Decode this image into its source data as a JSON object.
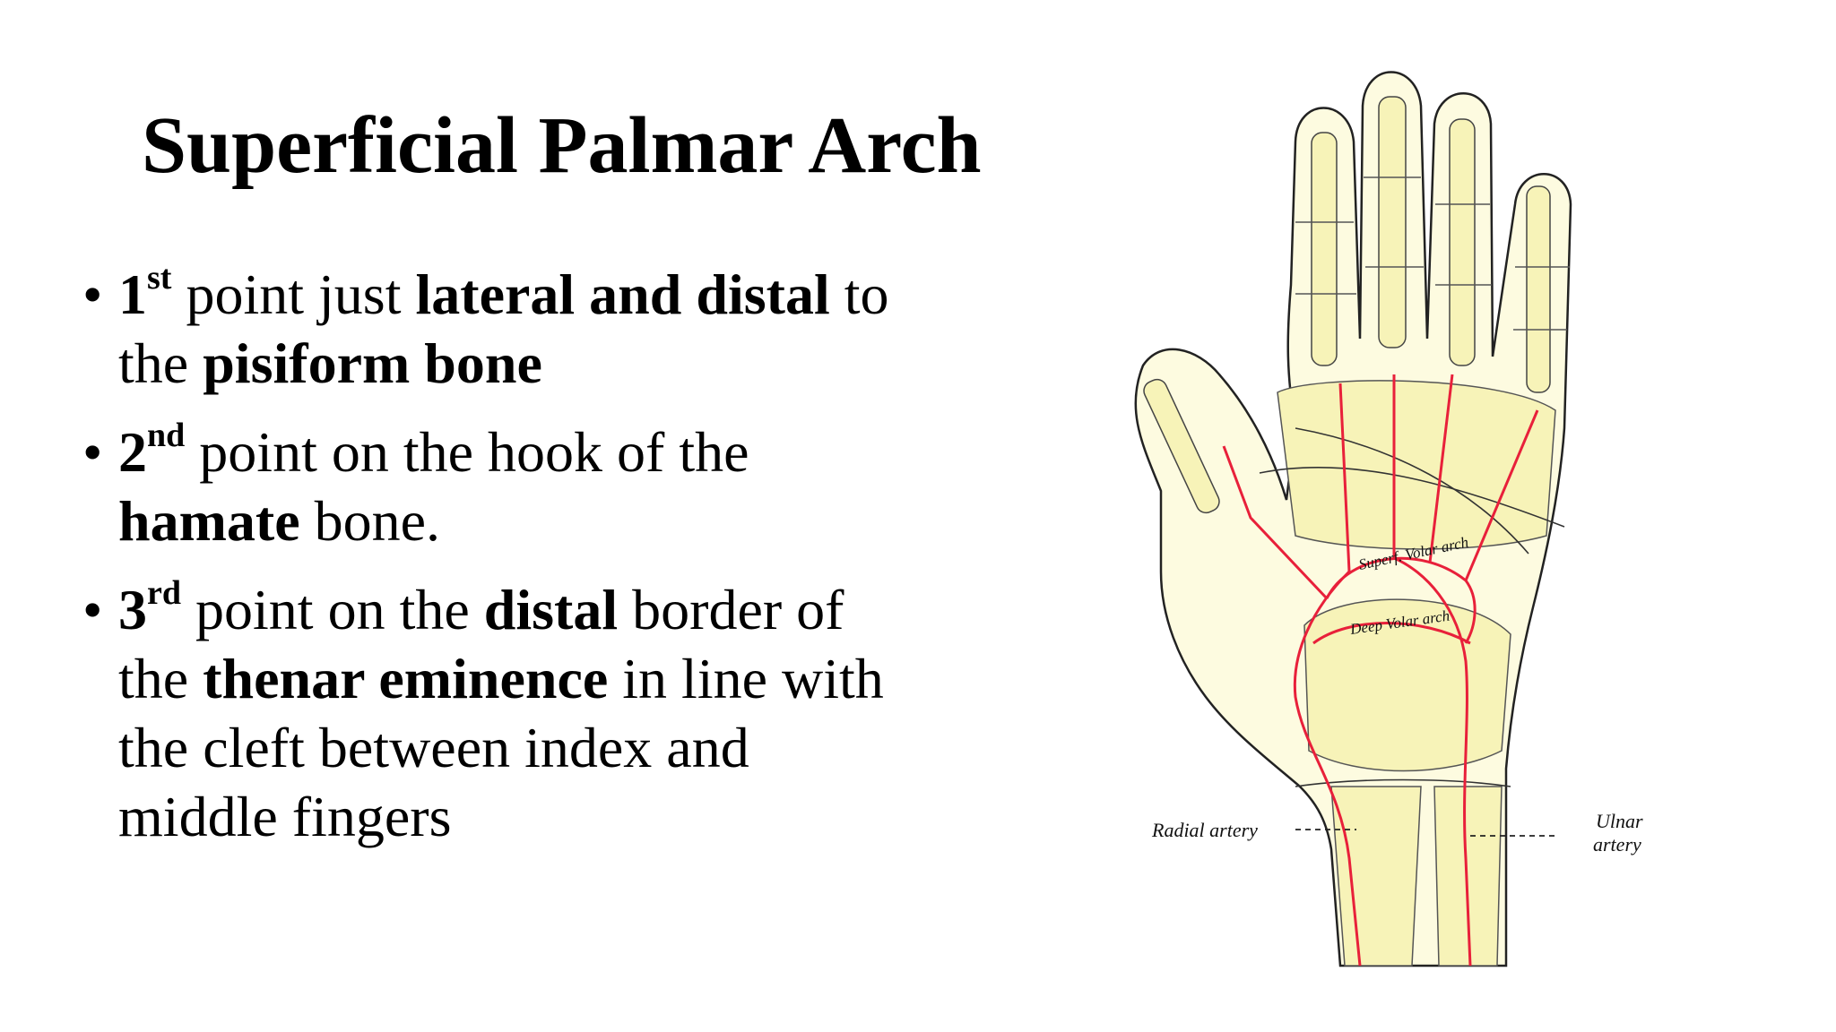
{
  "slide": {
    "title": "Superficial Palmar Arch",
    "bullets": [
      {
        "ordinal": "1",
        "suffix": "st",
        "t1": " point just ",
        "b1": "lateral and distal",
        "t2": " to the ",
        "b2": "pisiform bone",
        "t3": ""
      },
      {
        "ordinal": "2",
        "suffix": "nd",
        "t1": " point on the hook of the ",
        "b1": "hamate",
        "t2": " bone.",
        "b2": "",
        "t3": ""
      },
      {
        "ordinal": "3",
        "suffix": "rd",
        "t1": " point on the ",
        "b1": "distal",
        "t2": " border of the ",
        "b2": "thenar eminence",
        "t3": " in line with the cleft between index and middle fingers"
      }
    ]
  },
  "figure": {
    "labels": {
      "radial": "Radial artery",
      "ulnar_line1": "Ulnar",
      "ulnar_line2": "artery",
      "superficial_arch": "Superf. Volar arch",
      "deep_arch": "Deep Volar arch"
    },
    "colors": {
      "skin": "#fdfbe0",
      "bone": "#f7f3b8",
      "artery": "#e8203a",
      "outline": "#222222"
    }
  }
}
